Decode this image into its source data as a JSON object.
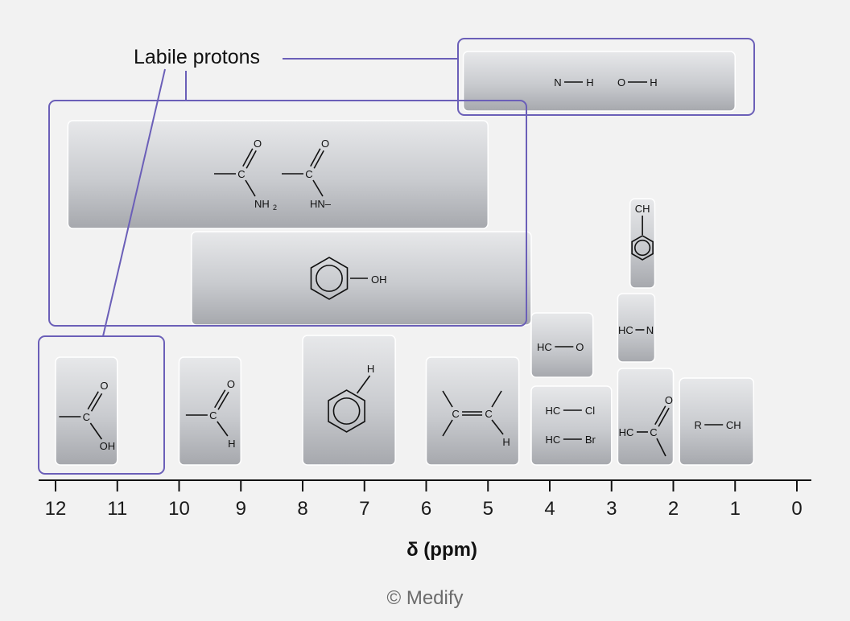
{
  "chart_data": {
    "type": "range-bar",
    "xlabel": "δ (ppm)",
    "xlim": [
      12.3,
      -0.2
    ],
    "x_reversed": true,
    "x_ticks": [
      "12",
      "11",
      "10",
      "9",
      "8",
      "7",
      "6",
      "5",
      "4",
      "3",
      "2",
      "1",
      "0"
    ],
    "callout": "Labile protons",
    "ranges": [
      {
        "group": "carboxylic acid",
        "from": 12.0,
        "to": 11.0,
        "labels": [
          "O",
          "C",
          "OH"
        ]
      },
      {
        "group": "aldehyde",
        "from": 10.0,
        "to": 9.0,
        "labels": [
          "O",
          "C",
          "H"
        ]
      },
      {
        "group": "aromatic",
        "from": 8.0,
        "to": 6.5,
        "labels": [
          "H"
        ]
      },
      {
        "group": "alkene",
        "from": 6.0,
        "to": 4.5,
        "labels": [
          "C",
          "C",
          "H"
        ]
      },
      {
        "group": "HC-halogen",
        "from": 4.3,
        "to": 3.0,
        "labels": [
          "HC",
          "Cl",
          "HC",
          "Br"
        ]
      },
      {
        "group": "HC-O",
        "from": 4.3,
        "to": 3.3,
        "labels": [
          "HC",
          "O"
        ]
      },
      {
        "group": "HC-N",
        "from": 2.9,
        "to": 2.3,
        "labels": [
          "HC",
          "N"
        ]
      },
      {
        "group": "benzylic",
        "from": 2.7,
        "to": 2.3,
        "labels": [
          "CH"
        ]
      },
      {
        "group": "alpha-carbonyl",
        "from": 2.9,
        "to": 2.0,
        "labels": [
          "HC",
          "C",
          "O"
        ]
      },
      {
        "group": "alkyl",
        "from": 1.9,
        "to": 0.7,
        "labels": [
          "R",
          "CH"
        ]
      },
      {
        "group": "amide",
        "from": 11.8,
        "to": 5.0,
        "labels": [
          "O",
          "C",
          "NH",
          "2",
          "O",
          "C",
          "HN–"
        ]
      },
      {
        "group": "phenol",
        "from": 9.8,
        "to": 4.3,
        "labels": [
          "OH"
        ]
      },
      {
        "group": "amine/alcohol",
        "from": 5.4,
        "to": 1.0,
        "labels": [
          "N",
          "H",
          "O",
          "H"
        ]
      }
    ]
  },
  "credit": "© Medify"
}
